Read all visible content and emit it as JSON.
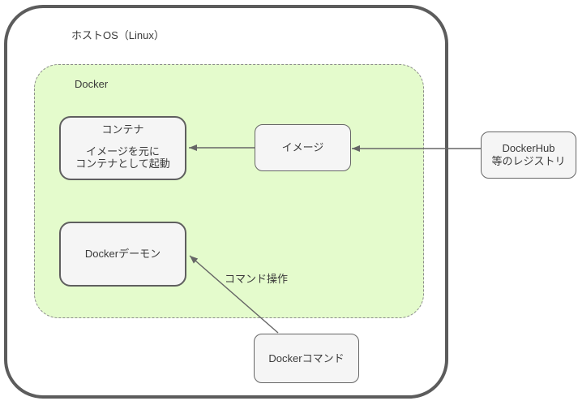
{
  "host_os": {
    "label": "ホストOS（Linux）"
  },
  "docker_group": {
    "label": "Docker"
  },
  "nodes": {
    "container": {
      "title": "コンテナ",
      "desc_line1": "イメージを元に",
      "desc_line2": "コンテナとして起動"
    },
    "image": {
      "label": "イメージ"
    },
    "daemon": {
      "label": "Dockerデーモン"
    },
    "registry": {
      "line1": "DockerHub",
      "line2": "等のレジストリ"
    },
    "command": {
      "label": "Dockerコマンド"
    }
  },
  "edges": [
    {
      "from": "registry",
      "to": "image",
      "label": ""
    },
    {
      "from": "image",
      "to": "container",
      "label": ""
    },
    {
      "from": "command",
      "to": "daemon",
      "label": "コマンド操作"
    }
  ],
  "colors": {
    "docker_group_fill": "#e4fbcc",
    "docker_group_border": "#8c8c8c",
    "node_fill": "#f5f5f5",
    "node_border": "#666666",
    "host_border": "#5c5c5c",
    "arrow": "#666666",
    "text": "#3a3a3a"
  }
}
